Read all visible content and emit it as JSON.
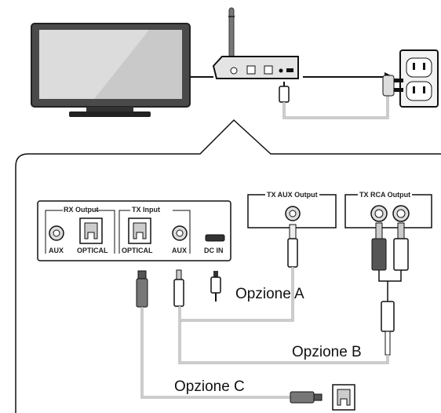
{
  "rx_output": "RX Output",
  "tx_input": "TX Input",
  "rx_aux": "AUX",
  "rx_optical": "OPTICAL",
  "tx_optical": "OPTICAL",
  "tx_aux": "AUX",
  "dc_in": "DC IN",
  "tx_aux_output": "TX AUX Output",
  "tx_rca_output": "TX RCA Output",
  "option_a": "Opzione A",
  "option_b": "Opzione B",
  "option_c": "Opzione C"
}
